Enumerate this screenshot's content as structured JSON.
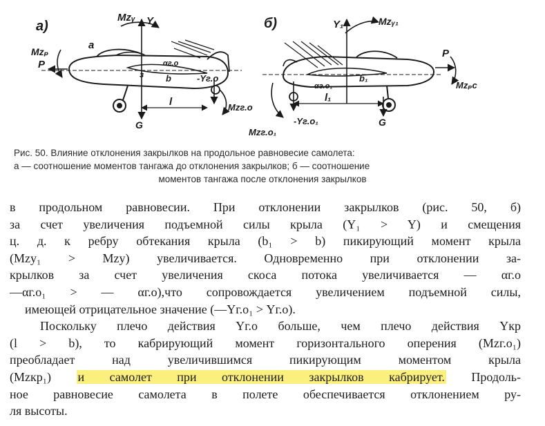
{
  "figure": {
    "panel_a": "а)",
    "panel_b": "б)",
    "labels_a": {
      "mzy": "Mzᵧ",
      "y": "Y",
      "a": "а",
      "mzp": "Mzₚ",
      "p": "P",
      "alpha": "αг.о",
      "b": "b",
      "z": "з",
      "ygo": "-Yг.о",
      "l": "l",
      "g": "G",
      "mzgo": "Mzг.о"
    },
    "labels_b": {
      "y1": "Y₁",
      "mzy1": "Mzᵧ₁",
      "p": "P",
      "mzpc": "Mzₚc",
      "b1": "b₁",
      "alpha": "αг.о₁",
      "l1": "l₁",
      "g": "G",
      "ygo": "-Yг.о₁",
      "mzgo": "Mzг.о₁"
    }
  },
  "caption": {
    "line1": "Рис. 50. Влияние отклонения закрылков на продольное равновесие самолета:",
    "line2": "а — соотношение моментов тангажа до отклонения закрылков; б — соотношение",
    "line3": "моментов тангажа после отклонения закрылков"
  },
  "body": {
    "l1": "в продольном равновесии. При отклонении закрылков (рис. 50, б)",
    "l2": "за счет увеличения подъемной силы крыла (Y₁ > Y) и смещения",
    "l3": "ц. д. к ребру обтекания крыла (b₁ > b) пикирующий момент крыла",
    "l4": "(Mzy₁ > Mzy) увеличивается. Одновременно при отклонении за-",
    "l5": "крылков за счет увеличения скоса потока увеличивается — αг.о",
    "l6": "—αг.о₁ > — αг.о),что сопровождается увеличением подъемной силы,",
    "l7": "имеющей отрицательное значение (—Yг.о₁ > Yг.о).",
    "l8": "Поскольку плечо действия Yг.о больше, чем плечо действия Yкр",
    "l9": "(l > b), то кабрирующий момент горизонтального оперения (Mzг.о₁)",
    "l10": "преобладает над увеличившимся пикирующим моментом крыла",
    "l11_pre": "(Mzкр₁)",
    "l11_hl": "и самолет при отклонении закрылков кабрирует.",
    "l11_post": "Продоль-",
    "l12": "ное равновесие самолета в полете обеспечивается отклонением ру-",
    "l13": "ля высоты."
  }
}
